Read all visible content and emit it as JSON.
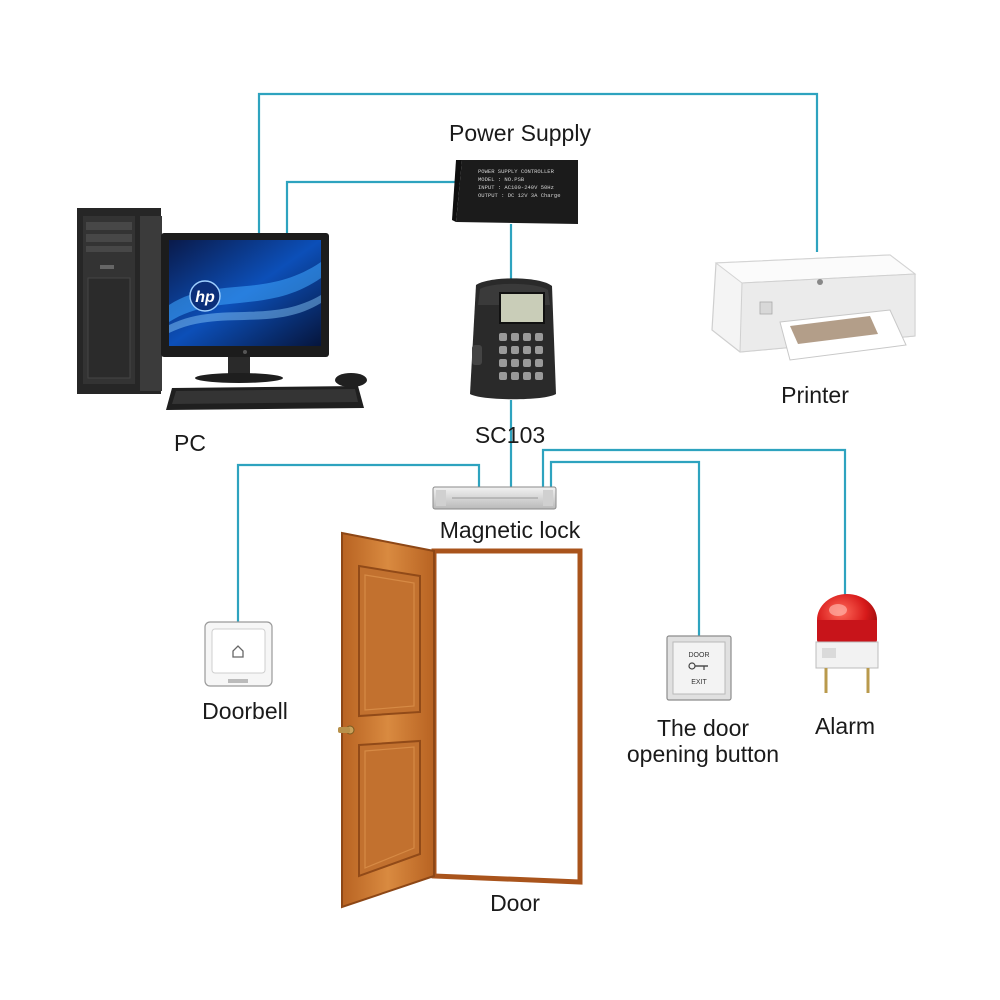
{
  "labels": {
    "power_supply": "Power Supply",
    "pc": "PC",
    "printer": "Printer",
    "sc103": "SC103",
    "magnetic_lock": "Magnetic lock",
    "doorbell": "Doorbell",
    "door": "Door",
    "door_button_line1": "The door",
    "door_button_line2": "opening button",
    "alarm": "Alarm"
  },
  "device_text": {
    "psu_line1": "POWER SUPPLY CONTROLLER",
    "psu_line2": "MODEL : NO.PSB",
    "psu_line3": "INPUT : AC100-240V 50Hz",
    "psu_line4": "OUTPUT : DC 12V 3A  Charge",
    "monitor_logo": "hp",
    "exit_button_top": "DOOR",
    "exit_button_bottom": "EXIT"
  },
  "colors": {
    "wire": "#2ea3bf",
    "door_wood": "#c8742e",
    "door_panel": "#b5631f",
    "door_frame": "#a9541c",
    "device_dark": "#2a2a2a",
    "alarm_red": "#d71a1a"
  }
}
